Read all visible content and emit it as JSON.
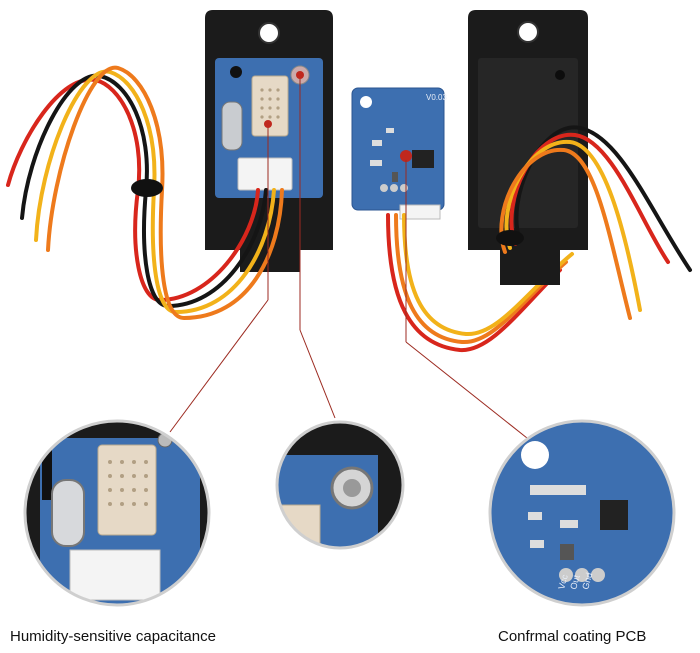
{
  "captions": {
    "left": "Humidity-sensitive capacitance",
    "right": "Confrmal coating PCB"
  },
  "pcb_silkscreen": {
    "version": "V0.03",
    "pins": [
      "Gnd",
      "Out",
      "Vcc"
    ]
  },
  "colors": {
    "housing": "#1b1b1b",
    "pcb_blue": "#3d6fb0",
    "wire_red": "#d8261c",
    "wire_yellow": "#f2b21a",
    "wire_black": "#151515",
    "wire_orange": "#ee7a1c",
    "leader": "#9c2a20",
    "marker": "#c0281e"
  }
}
